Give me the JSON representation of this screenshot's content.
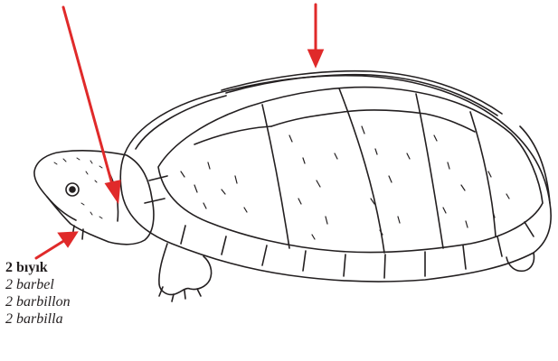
{
  "labels": {
    "primary": "2 bıyık",
    "translations": [
      "2  barbel",
      "2  barbillon",
      "2  barbilla"
    ]
  },
  "colors": {
    "arrow": "#e02a2a",
    "line": "#231f20",
    "background": "#ffffff"
  },
  "icons": {
    "arrows": [
      "arrow-to-head",
      "arrow-to-shell-top",
      "arrow-to-barbel"
    ]
  }
}
